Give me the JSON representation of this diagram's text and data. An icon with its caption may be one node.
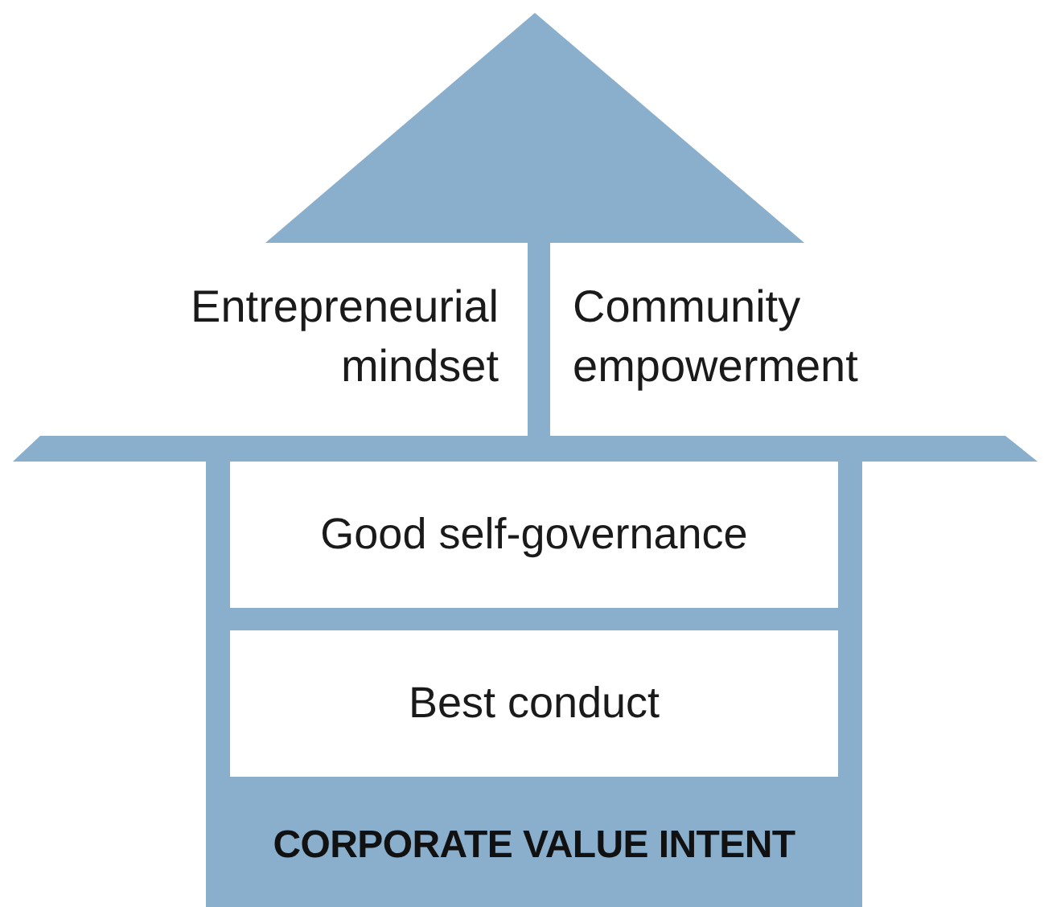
{
  "diagram": {
    "nodes": [
      {
        "text": [],
        "shape": "triangle"
      },
      {
        "text": [
          "CORPORATE VALUE INTENT"
        ]
      },
      {
        "text": [
          "Good self-governance"
        ],
        "in": 1
      },
      {
        "text": [
          "Best conduct"
        ],
        "in": 1
      }
    ],
    "labels": [
      "Entrepreneurial mindset",
      "Community empowerment"
    ]
  }
}
